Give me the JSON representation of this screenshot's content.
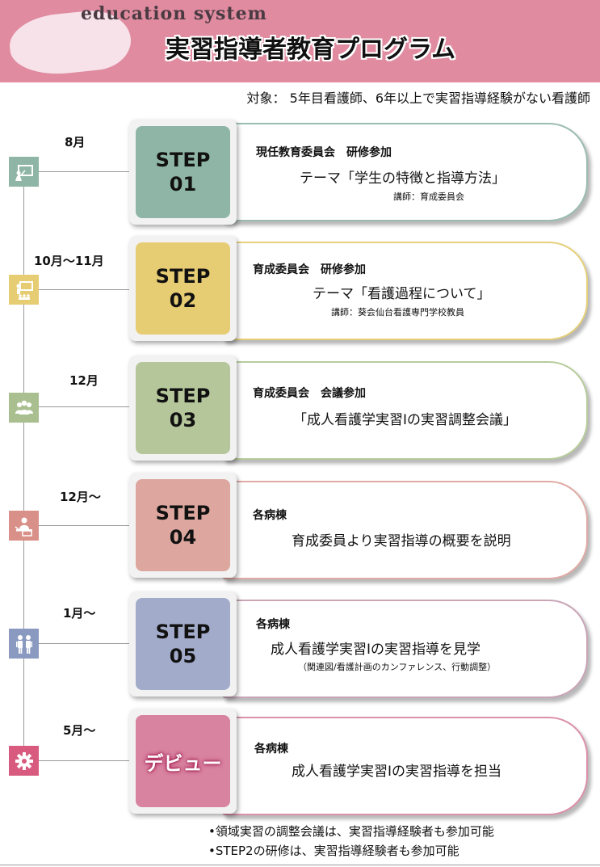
{
  "header": {
    "subtitle": "education  system",
    "title": "実習指導者教育プログラム"
  },
  "target": "対象： 5年目看護師、6年以上で実習指導経験がない看護師",
  "steps": [
    {
      "month": "8月",
      "step": "STEP",
      "num": "01",
      "heading": "現任教育委員会　研修参加",
      "theme": "テーマ「学生の特徴と指導方法」",
      "note": "講師：育成委員会",
      "color": "#8fb5a6",
      "border": "#9bbcb0",
      "icon": "presentation-icon"
    },
    {
      "month": "10月～11月",
      "step": "STEP",
      "num": "02",
      "heading": "育成委員会　研修参加",
      "theme": "テーマ「看護過程について」",
      "note": "講師：葵会仙台看護専門学校教員",
      "color": "#e6cc72",
      "border": "#e6d07a",
      "icon": "teacher-students-icon"
    },
    {
      "month": "12月",
      "step": "STEP",
      "num": "03",
      "heading": "育成委員会　会議参加",
      "theme": "「成人看護学実習Ⅰの実習調整会議」",
      "note": "",
      "color": "#b5c79a",
      "border": "#b8cc9c",
      "icon": "group-icon"
    },
    {
      "month": "12月～",
      "step": "STEP",
      "num": "04",
      "heading": "各病棟",
      "theme": "育成委員より実習指導の概要を説明",
      "note": "",
      "color": "#dda79f",
      "border": "#e0aaa4",
      "icon": "lecturer-icon"
    },
    {
      "month": "1月～",
      "step": "STEP",
      "num": "05",
      "heading": "各病棟",
      "theme": "成人看護学実習Ⅰの実習指導を見学",
      "note": "（関連図/看護計画のカンファレンス、行動調整）",
      "color": "#a2acca",
      "border": "#c9a5b6",
      "icon": "two-people-icon"
    },
    {
      "month": "5月～",
      "step": "デビュー",
      "num": "",
      "heading": "各病棟",
      "theme": "成人看護学実習Ⅰの実習指導を担当",
      "note": "",
      "color": "#d883a0",
      "border": "#dc90ab",
      "icon": "gear-icon"
    }
  ],
  "notes": [
    "•領域実習の調整会議は、実習指導経験者も参加可能",
    "•STEP2の研修は、実習指導経験者も参加可能"
  ]
}
